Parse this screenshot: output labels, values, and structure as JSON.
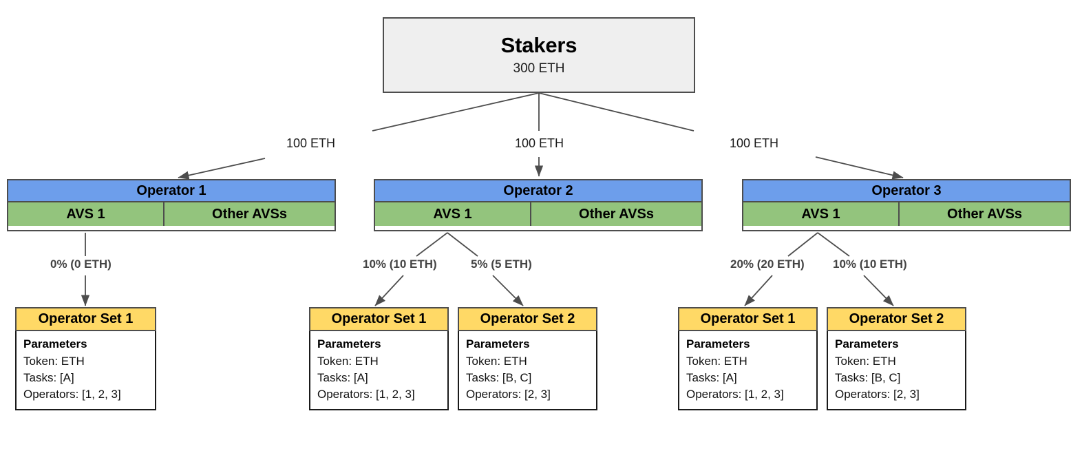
{
  "diagram": {
    "title_node": {
      "label": "Stakers",
      "amount": "300 ETH"
    },
    "stake_edges": [
      {
        "label": "100 ETH"
      },
      {
        "label": "100 ETH"
      },
      {
        "label": "100 ETH"
      }
    ],
    "operators": [
      {
        "name": "Operator 1",
        "avs_label": "AVS 1",
        "other_label": "Other AVSs",
        "allocations": [
          {
            "label": "0% (0 ETH)"
          }
        ],
        "operator_sets": [
          {
            "title": "Operator Set 1",
            "params_title": "Parameters",
            "token": "Token: ETH",
            "tasks": "Tasks: [A]",
            "operators": "Operators: [1, 2, 3]"
          }
        ]
      },
      {
        "name": "Operator 2",
        "avs_label": "AVS 1",
        "other_label": "Other AVSs",
        "allocations": [
          {
            "label": "10% (10 ETH)"
          },
          {
            "label": "5% (5 ETH)"
          }
        ],
        "operator_sets": [
          {
            "title": "Operator Set 1",
            "params_title": "Parameters",
            "token": "Token: ETH",
            "tasks": "Tasks: [A]",
            "operators": "Operators: [1, 2, 3]"
          },
          {
            "title": "Operator Set 2",
            "params_title": "Parameters",
            "token": "Token: ETH",
            "tasks": "Tasks: [B, C]",
            "operators": "Operators: [2, 3]"
          }
        ]
      },
      {
        "name": "Operator 3",
        "avs_label": "AVS 1",
        "other_label": "Other AVSs",
        "allocations": [
          {
            "label": "20% (20 ETH)"
          },
          {
            "label": "10% (10 ETH)"
          }
        ],
        "operator_sets": [
          {
            "title": "Operator Set 1",
            "params_title": "Parameters",
            "token": "Token: ETH",
            "tasks": "Tasks: [A]",
            "operators": "Operators: [1, 2, 3]"
          },
          {
            "title": "Operator Set 2",
            "params_title": "Parameters",
            "token": "Token: ETH",
            "tasks": "Tasks: [B, C]",
            "operators": "Operators: [2, 3]"
          }
        ]
      }
    ],
    "colors": {
      "stakers_fill": "#efefef",
      "operator_header_fill": "#6d9eeb",
      "avs_fill": "#93c47d",
      "opset_header_fill": "#ffd966",
      "edge_stroke": "#4d4d4d",
      "border": "#4d4d4d"
    }
  }
}
